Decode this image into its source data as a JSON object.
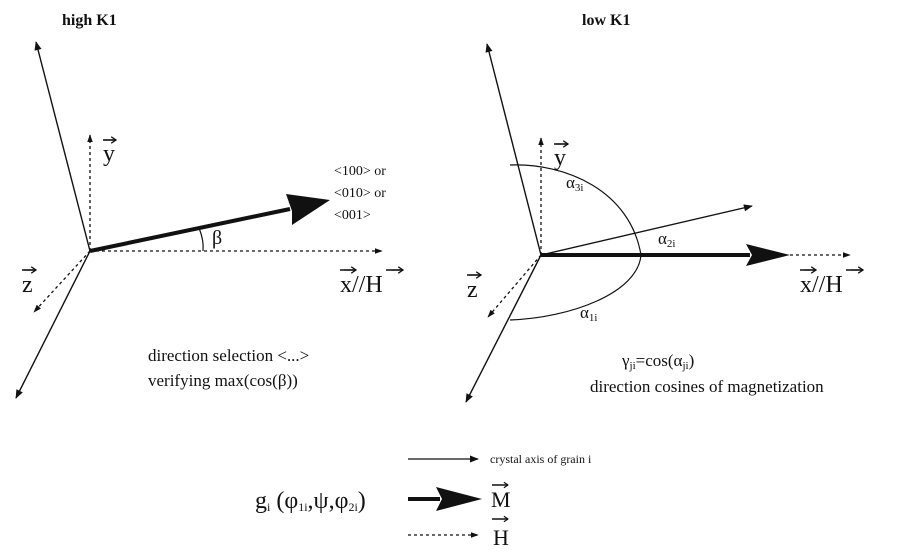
{
  "left_panel": {
    "title": "high K1",
    "axis_y": "y",
    "axis_z": "z",
    "axis_x": "x//H",
    "angle_label": "β",
    "directions": [
      "<100> or",
      "<010> or",
      "<001>"
    ],
    "caption_line1": "direction selection <...>",
    "caption_line2": "verifying max(cos(β))"
  },
  "right_panel": {
    "title": "low K1",
    "axis_y": "y",
    "axis_z": "z",
    "axis_x": "x//H",
    "alpha3": "α",
    "alpha3_sub": "3i",
    "alpha2": "α",
    "alpha2_sub": "2i",
    "alpha1": "α",
    "alpha1_sub": "1i",
    "caption_gamma": "γ",
    "caption_gamma_sub": "ji",
    "caption_eq": "=cos(α",
    "caption_eq_sub": "ji",
    "caption_eq_end": ")",
    "caption_line2": "direction cosines of magnetization"
  },
  "legend": {
    "crystal_axis": "crystal axis of grain i",
    "magnetization": "M",
    "field": "H",
    "g": "g",
    "g_sub": "i",
    "open": " (",
    "phi": "φ",
    "phi1_sub": "1i",
    "comma1": ",",
    "psi": "ψ",
    "comma2": ",",
    "phi2_sub": "2i",
    "close": ")"
  }
}
